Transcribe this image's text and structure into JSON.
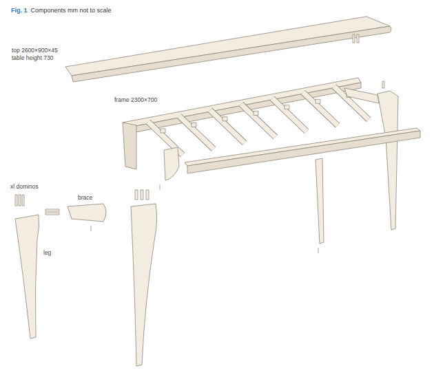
{
  "diagram": {
    "title": "Fig. 1",
    "labels": [
      "Components mm not to scale",
      "top 2600×900×45",
      "table height 730",
      "xl dominos",
      "brace",
      "frame 2300×700",
      "leg"
    ]
  }
}
